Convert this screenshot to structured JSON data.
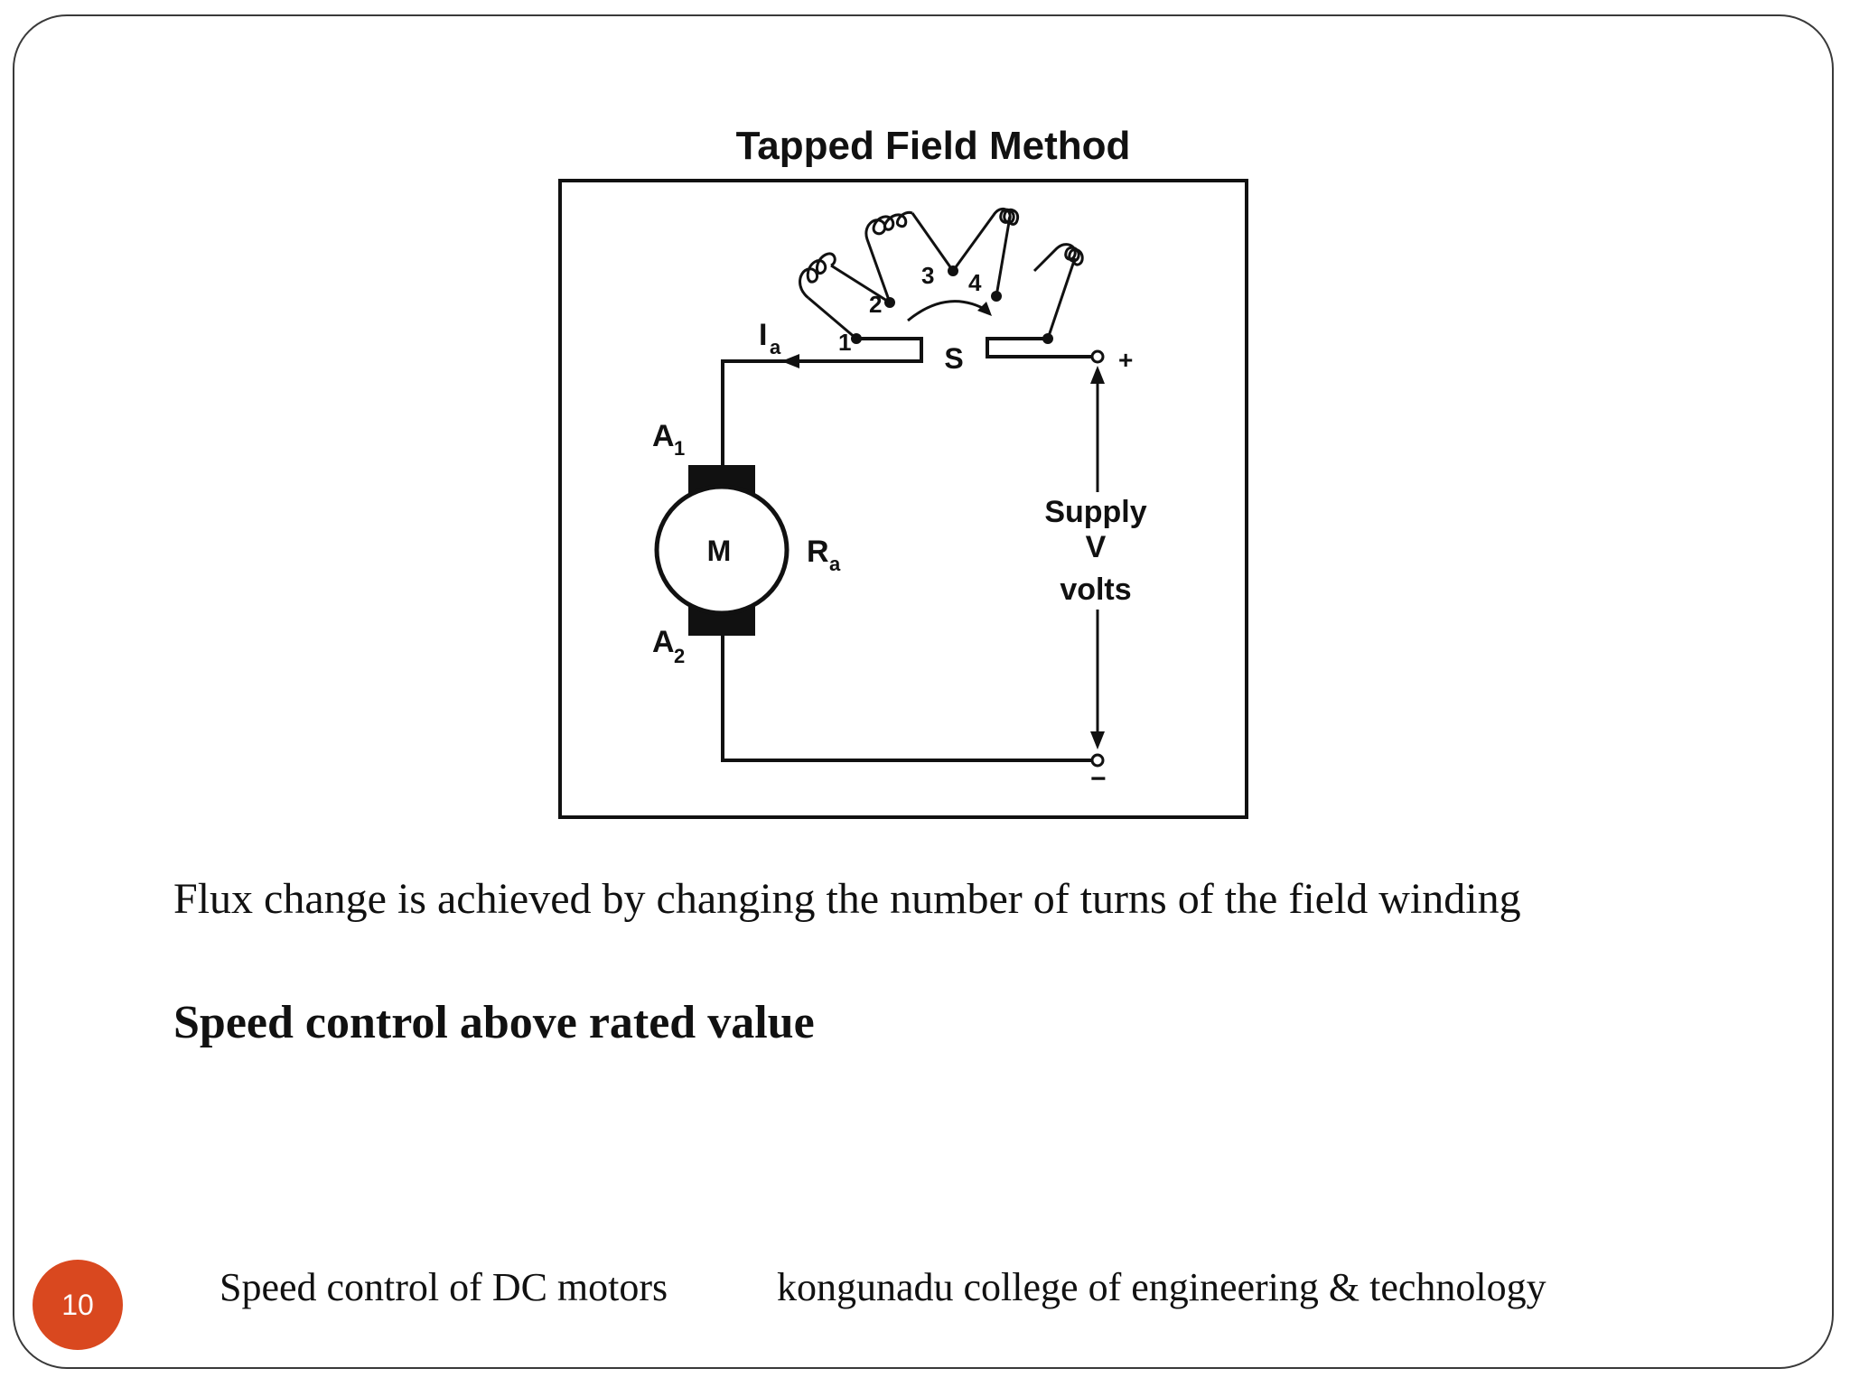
{
  "diagram": {
    "title": "Tapped Field Method",
    "current_label": "I",
    "current_sub": "a",
    "tap_labels": [
      "1",
      "2",
      "3",
      "4"
    ],
    "switch_label": "S",
    "plus": "+",
    "minus": "−",
    "terminal_a1": "A",
    "terminal_a1_sub": "1",
    "terminal_a2": "A",
    "terminal_a2_sub": "2",
    "motor_label": "M",
    "resistance_label": "R",
    "resistance_sub": "a",
    "supply_line1": "Supply",
    "supply_line2": "V",
    "supply_line3": "volts"
  },
  "content": {
    "body_text": "Flux change is achieved by changing the number of turns of the field winding",
    "bold_text": "Speed control above rated value"
  },
  "footer": {
    "page_number": "10",
    "left_text": "Speed control of DC motors",
    "right_text": "kongunadu college of engineering & technology"
  },
  "colors": {
    "badge": "#d9481f",
    "frame": "#3a3a3a"
  }
}
